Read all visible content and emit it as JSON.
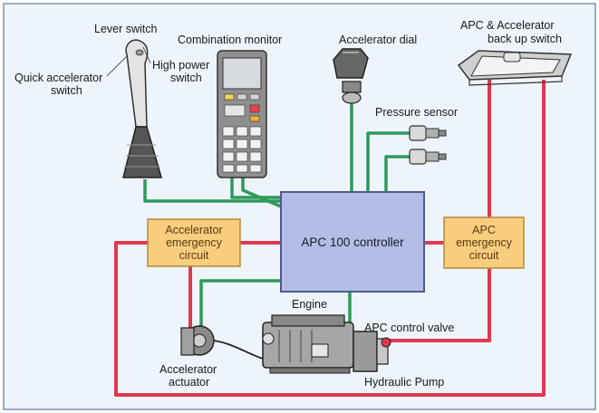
{
  "labels": {
    "lever_switch": "Lever switch",
    "quick_accel_1": "Quick accelerator",
    "quick_accel_2": "switch",
    "high_power_1": "High power",
    "high_power_2": "switch",
    "combination_monitor": "Combination monitor",
    "accelerator_dial": "Accelerator dial",
    "backup_1": "APC & Accelerator",
    "backup_2": "back up switch",
    "pressure_sensor": "Pressure sensor",
    "accel_emergency_1": "Accelerator",
    "accel_emergency_2": "emergency",
    "accel_emergency_3": "circuit",
    "controller": "APC 100 controller",
    "apc_emergency_1": "APC",
    "apc_emergency_2": "emergency",
    "apc_emergency_3": "circuit",
    "engine": "Engine",
    "apc_control_valve": "APC control valve",
    "accel_actuator_1": "Accelerator",
    "accel_actuator_2": "actuator",
    "hydraulic_pump": "Hydraulic Pump"
  },
  "colors": {
    "background": "#eef4fb",
    "frame": "#7a93b0",
    "controller_fill": "#b3bde6",
    "controller_stroke": "#505a90",
    "emergency_fill": "#f8cd7e",
    "emergency_stroke": "#b58a3a",
    "signal_wire": "#2e9a5a",
    "power_wire": "#e0384f"
  }
}
